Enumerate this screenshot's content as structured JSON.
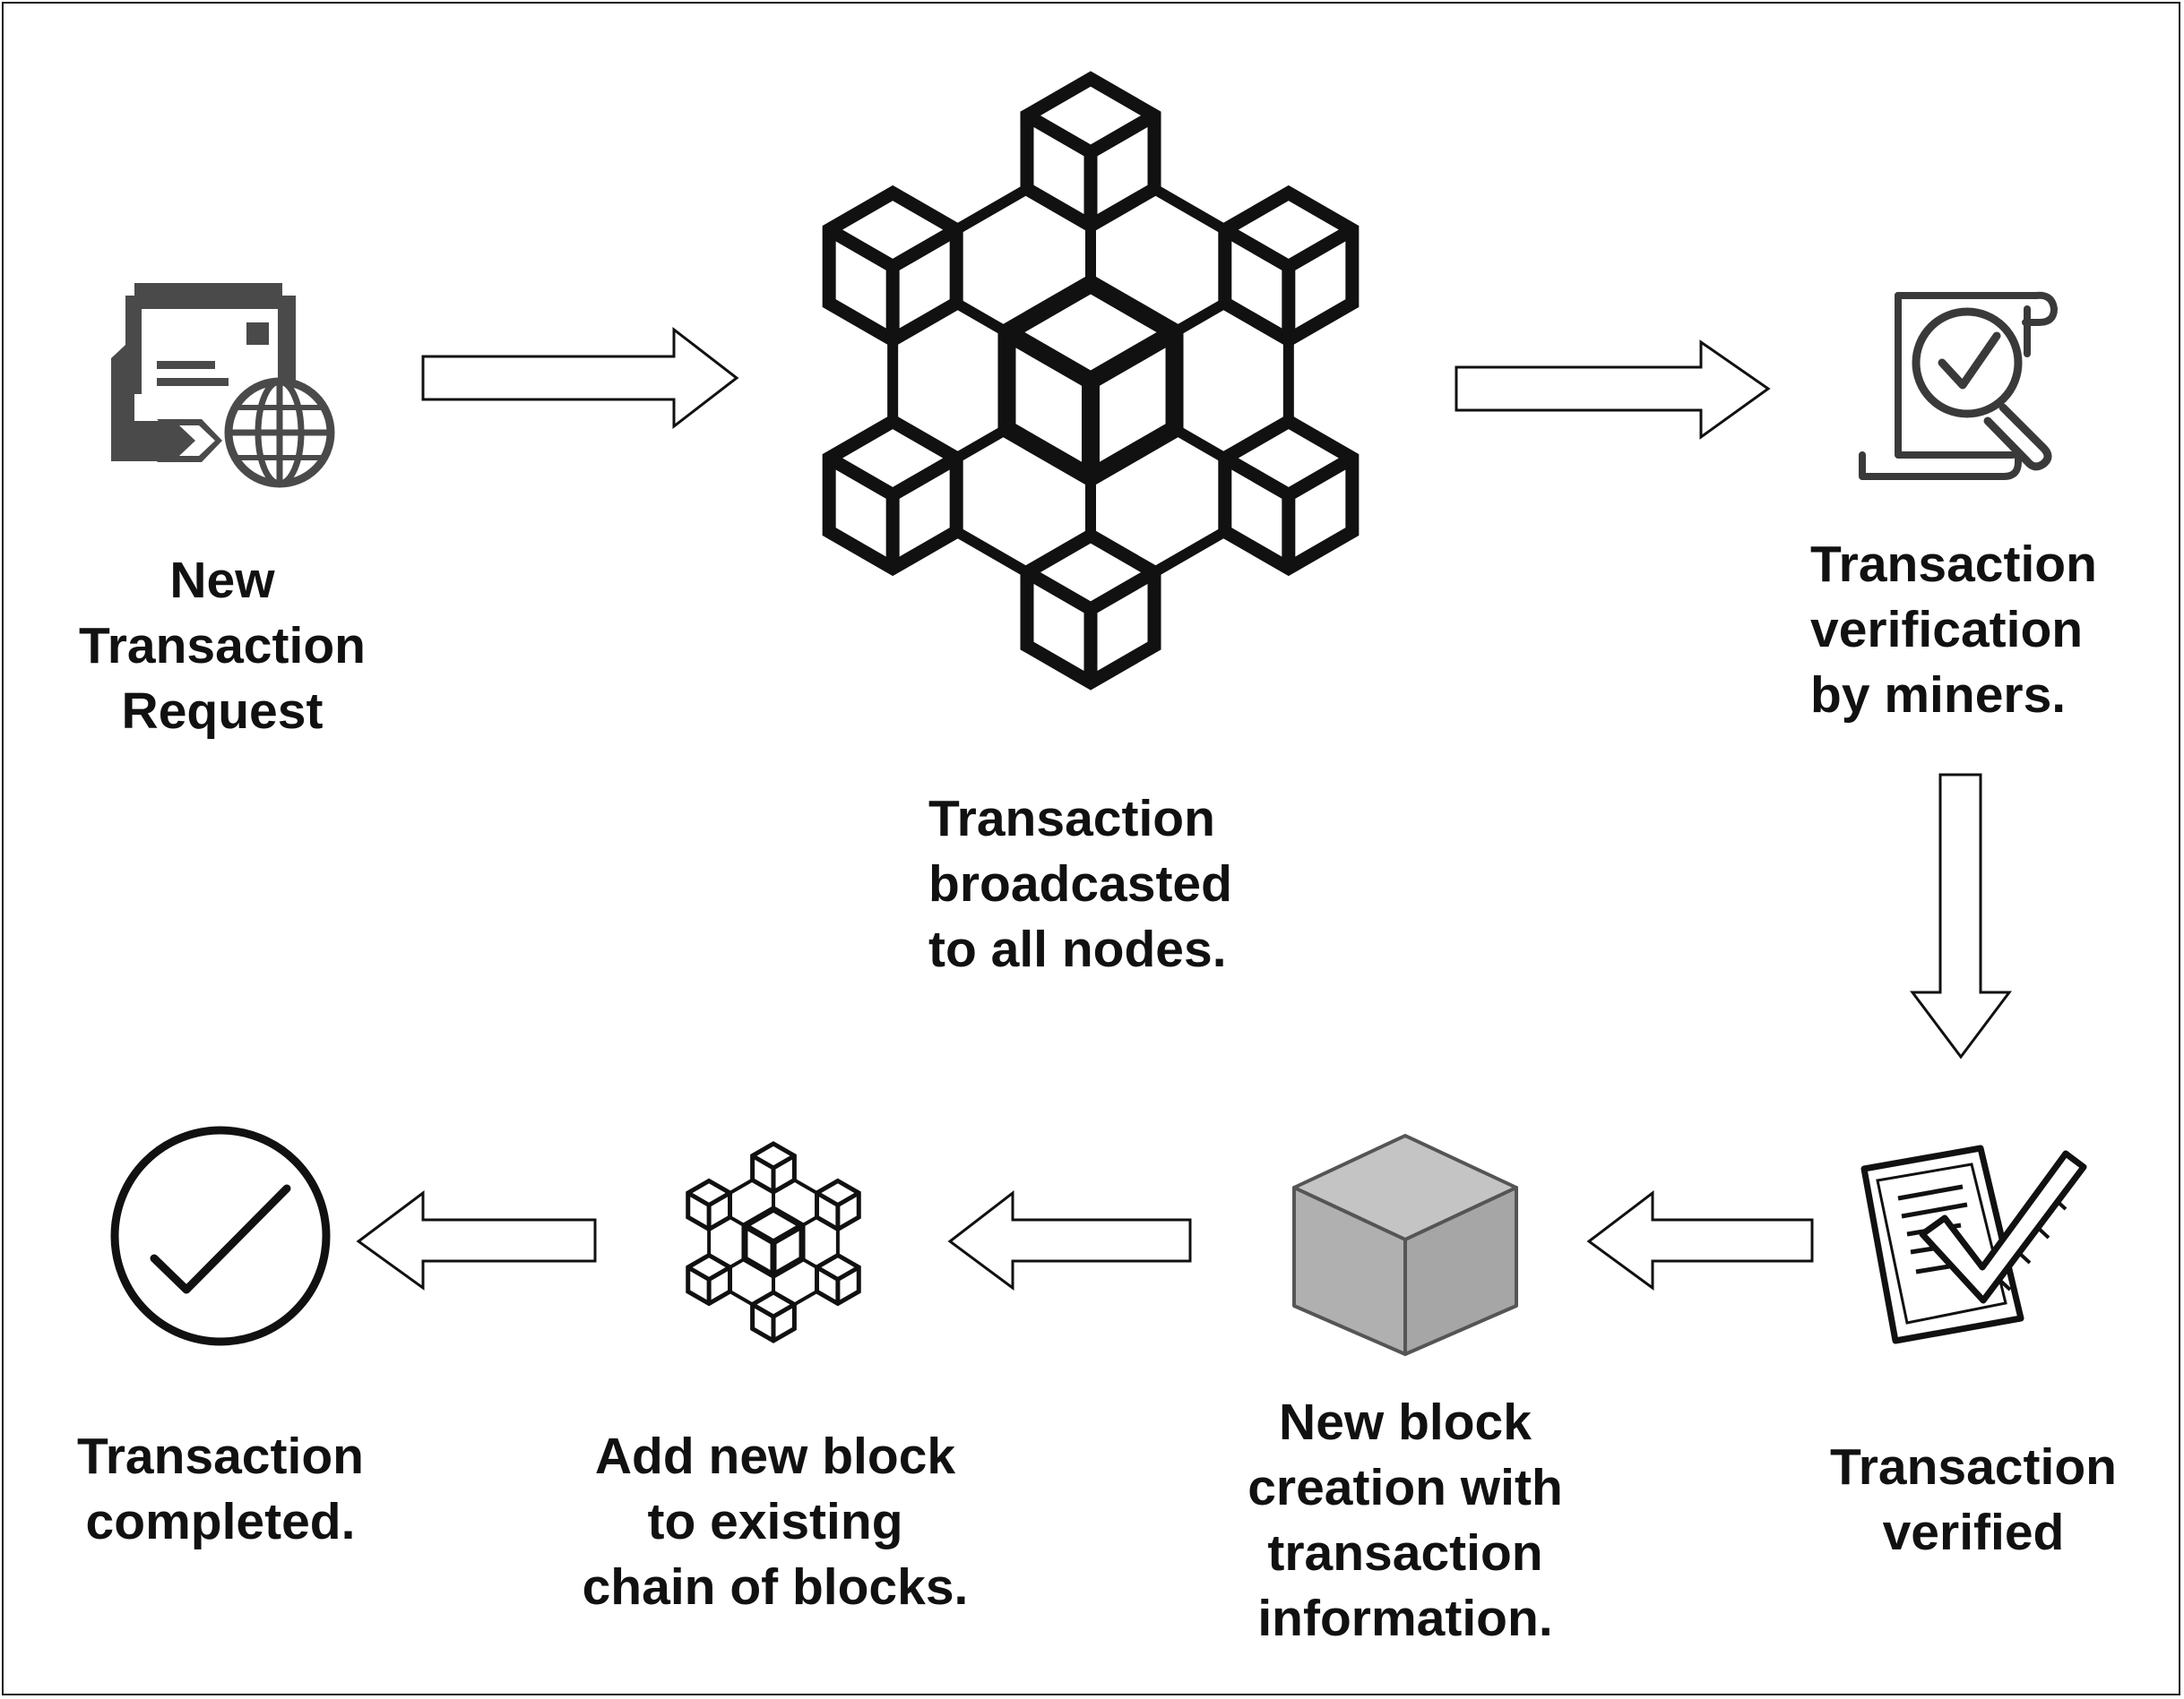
{
  "steps": [
    {
      "id": "request",
      "label": "New\nTransaction\nRequest"
    },
    {
      "id": "broadcast",
      "label": "Transaction\nbroadcasted\nto all nodes."
    },
    {
      "id": "verify",
      "label": "Transaction\nverification\nby miners."
    },
    {
      "id": "verified",
      "label": "Transaction\nverified"
    },
    {
      "id": "new_block",
      "label": "New block\ncreation with\ntransaction\ninformation."
    },
    {
      "id": "add_block",
      "label": "Add new block\nto existing\nchain of blocks."
    },
    {
      "id": "completed",
      "label": "Transaction\ncompleted."
    }
  ],
  "icons": {
    "request": "document-globe-icon",
    "broadcast": "blockchain-network-icon",
    "verify": "document-magnifier-check-icon",
    "verified": "checked-document-icon",
    "new_block": "gray-cube-icon",
    "add_block": "small-blockchain-network-icon",
    "completed": "check-circle-icon"
  },
  "colors": {
    "ink": "#111111",
    "block_fill": "#b3b3b3",
    "block_stroke": "#555555",
    "doc_gray": "#4a4a4a"
  }
}
